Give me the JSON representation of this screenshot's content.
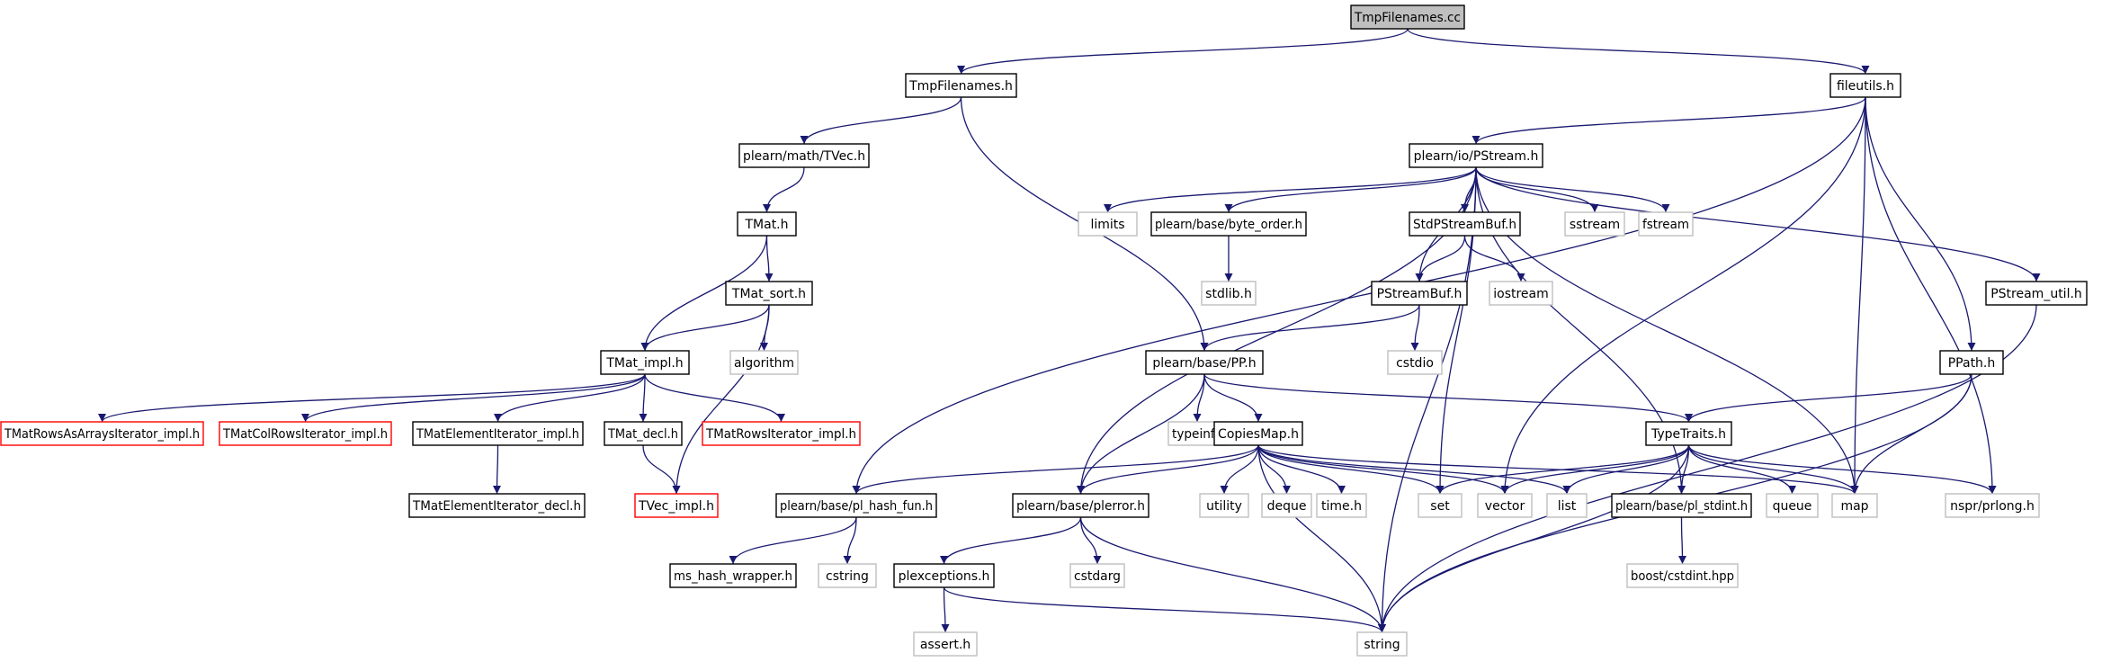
{
  "colors": {
    "edge": "#191970",
    "box_border": "#000000",
    "box_missing": "#bfbfbf",
    "box_truncated": "#ff0000",
    "root_fill": "#bfbfbf",
    "box_fill": "#ffffff"
  },
  "nodes": [
    {
      "id": "root",
      "label": "TmpFilenames.cc",
      "kind": "root"
    },
    {
      "id": "tmpfilenames_h",
      "label": "TmpFilenames.h",
      "kind": "normal"
    },
    {
      "id": "fileutils_h",
      "label": "fileutils.h",
      "kind": "normal"
    },
    {
      "id": "tvec_h",
      "label": "plearn/math/TVec.h",
      "kind": "normal"
    },
    {
      "id": "pstream_h",
      "label": "plearn/io/PStream.h",
      "kind": "normal"
    },
    {
      "id": "tmat_h",
      "label": "TMat.h",
      "kind": "normal"
    },
    {
      "id": "limits",
      "label": "limits",
      "kind": "missing"
    },
    {
      "id": "byte_order_h",
      "label": "plearn/base/byte_order.h",
      "kind": "normal"
    },
    {
      "id": "stdpstreambuf_h",
      "label": "StdPStreamBuf.h",
      "kind": "normal"
    },
    {
      "id": "sstream",
      "label": "sstream",
      "kind": "missing"
    },
    {
      "id": "fstream",
      "label": "fstream",
      "kind": "missing"
    },
    {
      "id": "tmat_sort_h",
      "label": "TMat_sort.h",
      "kind": "normal"
    },
    {
      "id": "stdlib_h",
      "label": "stdlib.h",
      "kind": "missing"
    },
    {
      "id": "pstreambuf_h",
      "label": "PStreamBuf.h",
      "kind": "normal"
    },
    {
      "id": "iostream",
      "label": "iostream",
      "kind": "missing"
    },
    {
      "id": "pstream_util_h",
      "label": "PStream_util.h",
      "kind": "normal"
    },
    {
      "id": "tmat_impl_h",
      "label": "TMat_impl.h",
      "kind": "normal"
    },
    {
      "id": "algorithm",
      "label": "algorithm",
      "kind": "missing"
    },
    {
      "id": "cstdio",
      "label": "cstdio",
      "kind": "missing"
    },
    {
      "id": "pp_h",
      "label": "plearn/base/PP.h",
      "kind": "normal"
    },
    {
      "id": "ppath_h",
      "label": "PPath.h",
      "kind": "normal"
    },
    {
      "id": "tmatrowsasarrays",
      "label": "TMatRowsAsArraysIterator_impl.h",
      "kind": "truncated"
    },
    {
      "id": "tmatcolrows",
      "label": "TMatColRowsIterator_impl.h",
      "kind": "truncated"
    },
    {
      "id": "tmatelementiterator_impl",
      "label": "TMatElementIterator_impl.h",
      "kind": "normal"
    },
    {
      "id": "tmat_decl_h",
      "label": "TMat_decl.h",
      "kind": "normal"
    },
    {
      "id": "tmatrowsiterator",
      "label": "TMatRowsIterator_impl.h",
      "kind": "truncated"
    },
    {
      "id": "typeinfo",
      "label": "typeinfo",
      "kind": "missing"
    },
    {
      "id": "copiesmap_h",
      "label": "CopiesMap.h",
      "kind": "normal"
    },
    {
      "id": "typetraits_h",
      "label": "TypeTraits.h",
      "kind": "normal"
    },
    {
      "id": "tmatelementiterator_decl",
      "label": "TMatElementIterator_decl.h",
      "kind": "normal"
    },
    {
      "id": "tvec_impl_h",
      "label": "TVec_impl.h",
      "kind": "truncated"
    },
    {
      "id": "pl_hash_fun_h",
      "label": "plearn/base/pl_hash_fun.h",
      "kind": "normal"
    },
    {
      "id": "plerror_h",
      "label": "plearn/base/plerror.h",
      "kind": "normal"
    },
    {
      "id": "utility",
      "label": "utility",
      "kind": "missing"
    },
    {
      "id": "deque",
      "label": "deque",
      "kind": "missing"
    },
    {
      "id": "time_h",
      "label": "time.h",
      "kind": "missing"
    },
    {
      "id": "set",
      "label": "set",
      "kind": "missing"
    },
    {
      "id": "vector",
      "label": "vector",
      "kind": "missing"
    },
    {
      "id": "list",
      "label": "list",
      "kind": "missing"
    },
    {
      "id": "pl_stdint_h",
      "label": "plearn/base/pl_stdint.h",
      "kind": "normal"
    },
    {
      "id": "queue",
      "label": "queue",
      "kind": "missing"
    },
    {
      "id": "map",
      "label": "map",
      "kind": "missing"
    },
    {
      "id": "nspr_prlong_h",
      "label": "nspr/prlong.h",
      "kind": "missing"
    },
    {
      "id": "ms_hash_wrapper_h",
      "label": "ms_hash_wrapper.h",
      "kind": "normal"
    },
    {
      "id": "cstring",
      "label": "cstring",
      "kind": "missing"
    },
    {
      "id": "plexceptions_h",
      "label": "plexceptions.h",
      "kind": "normal"
    },
    {
      "id": "cstdarg",
      "label": "cstdarg",
      "kind": "missing"
    },
    {
      "id": "boost_cstdint_hpp",
      "label": "boost/cstdint.hpp",
      "kind": "missing"
    },
    {
      "id": "assert_h",
      "label": "assert.h",
      "kind": "missing"
    },
    {
      "id": "string",
      "label": "string",
      "kind": "missing"
    }
  ],
  "edges": [
    [
      "root",
      "tmpfilenames_h"
    ],
    [
      "root",
      "fileutils_h"
    ],
    [
      "tmpfilenames_h",
      "tvec_h"
    ],
    [
      "tmpfilenames_h",
      "pp_h"
    ],
    [
      "fileutils_h",
      "pstream_h"
    ],
    [
      "fileutils_h",
      "pl_hash_fun_h"
    ],
    [
      "fileutils_h",
      "vector"
    ],
    [
      "fileutils_h",
      "map"
    ],
    [
      "fileutils_h",
      "ppath_h"
    ],
    [
      "fileutils_h",
      "nspr_prlong_h"
    ],
    [
      "tvec_h",
      "tmat_h"
    ],
    [
      "tmat_h",
      "tmat_sort_h"
    ],
    [
      "tmat_h",
      "tmat_impl_h"
    ],
    [
      "tmat_sort_h",
      "tmat_impl_h"
    ],
    [
      "tmat_sort_h",
      "algorithm"
    ],
    [
      "tmat_sort_h",
      "tvec_impl_h"
    ],
    [
      "tmat_impl_h",
      "tmatrowsasarrays"
    ],
    [
      "tmat_impl_h",
      "tmatcolrows"
    ],
    [
      "tmat_impl_h",
      "tmatelementiterator_impl"
    ],
    [
      "tmat_impl_h",
      "tmat_decl_h"
    ],
    [
      "tmat_impl_h",
      "tmatrowsiterator"
    ],
    [
      "tmatelementiterator_impl",
      "tmatelementiterator_decl"
    ],
    [
      "tmat_decl_h",
      "tvec_impl_h"
    ],
    [
      "pstream_h",
      "limits"
    ],
    [
      "pstream_h",
      "byte_order_h"
    ],
    [
      "pstream_h",
      "stdpstreambuf_h"
    ],
    [
      "pstream_h",
      "sstream"
    ],
    [
      "pstream_h",
      "fstream"
    ],
    [
      "pstream_h",
      "pstream_util_h"
    ],
    [
      "pstream_h",
      "pstreambuf_h"
    ],
    [
      "pstream_h",
      "plerror_h"
    ],
    [
      "pstream_h",
      "set"
    ],
    [
      "pstream_h",
      "pl_stdint_h"
    ],
    [
      "pstream_h",
      "map"
    ],
    [
      "pstream_h",
      "string"
    ],
    [
      "byte_order_h",
      "stdlib_h"
    ],
    [
      "stdpstreambuf_h",
      "pstreambuf_h"
    ],
    [
      "stdpstreambuf_h",
      "iostream"
    ],
    [
      "pstreambuf_h",
      "cstdio"
    ],
    [
      "pstreambuf_h",
      "pp_h"
    ],
    [
      "pstream_util_h",
      "string"
    ],
    [
      "pp_h",
      "typeinfo"
    ],
    [
      "pp_h",
      "copiesmap_h"
    ],
    [
      "pp_h",
      "typetraits_h"
    ],
    [
      "pp_h",
      "plerror_h"
    ],
    [
      "ppath_h",
      "typetraits_h"
    ],
    [
      "ppath_h",
      "map"
    ],
    [
      "ppath_h",
      "string"
    ],
    [
      "copiesmap_h",
      "pl_hash_fun_h"
    ],
    [
      "copiesmap_h",
      "plerror_h"
    ],
    [
      "copiesmap_h",
      "utility"
    ],
    [
      "copiesmap_h",
      "deque"
    ],
    [
      "copiesmap_h",
      "time_h"
    ],
    [
      "copiesmap_h",
      "set"
    ],
    [
      "copiesmap_h",
      "vector"
    ],
    [
      "copiesmap_h",
      "list"
    ],
    [
      "copiesmap_h",
      "map"
    ],
    [
      "copiesmap_h",
      "string"
    ],
    [
      "typetraits_h",
      "set"
    ],
    [
      "typetraits_h",
      "vector"
    ],
    [
      "typetraits_h",
      "list"
    ],
    [
      "typetraits_h",
      "pl_stdint_h"
    ],
    [
      "typetraits_h",
      "queue"
    ],
    [
      "typetraits_h",
      "map"
    ],
    [
      "typetraits_h",
      "nspr_prlong_h"
    ],
    [
      "typetraits_h",
      "string"
    ],
    [
      "pl_hash_fun_h",
      "ms_hash_wrapper_h"
    ],
    [
      "pl_hash_fun_h",
      "cstring"
    ],
    [
      "plerror_h",
      "plexceptions_h"
    ],
    [
      "plerror_h",
      "cstdarg"
    ],
    [
      "plerror_h",
      "string"
    ],
    [
      "plexceptions_h",
      "assert_h"
    ],
    [
      "plexceptions_h",
      "string"
    ],
    [
      "pl_stdint_h",
      "boost_cstdint_hpp"
    ]
  ]
}
